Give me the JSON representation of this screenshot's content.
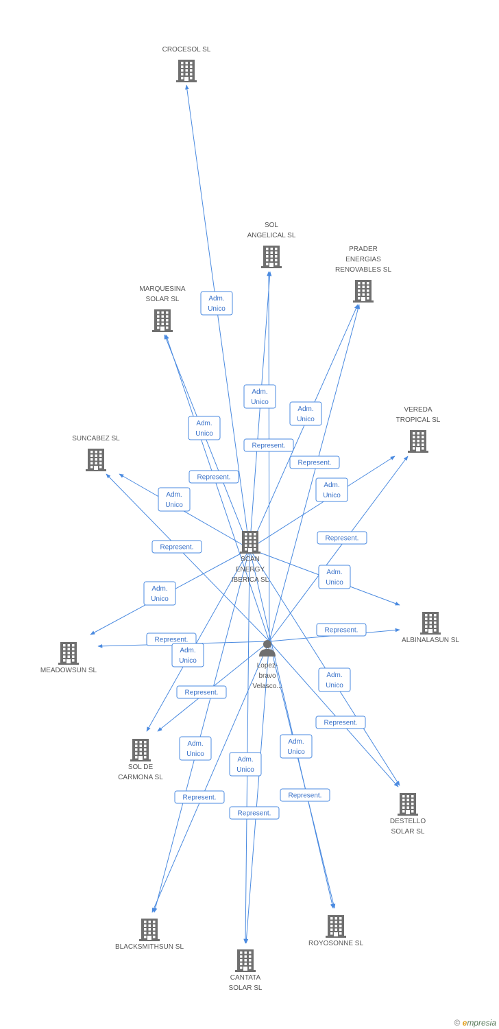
{
  "colors": {
    "edge": "#4a8ae0",
    "icon": "#6f6f6f",
    "label": "#555555",
    "edge_text": "#3a72c9"
  },
  "nodes": {
    "crocesol": {
      "lines": [
        "CROCESOL SL"
      ],
      "icon": "building-icon"
    },
    "sol_angelical": {
      "lines": [
        "SOL",
        "ANGELICAL SL"
      ],
      "icon": "building-icon"
    },
    "prader": {
      "lines": [
        "PRADER",
        "ENERGIAS",
        "RENOVABLES SL"
      ],
      "icon": "building-icon"
    },
    "marquesina": {
      "lines": [
        "MARQUESINA",
        "SOLAR SL"
      ],
      "icon": "building-icon"
    },
    "vereda": {
      "lines": [
        "VEREDA",
        "TROPICAL SL"
      ],
      "icon": "building-icon"
    },
    "suncabez": {
      "lines": [
        "SUNCABEZ SL"
      ],
      "icon": "building-icon"
    },
    "scan": {
      "lines": [
        "SCAN",
        "ENERGY",
        "IBERICA SL"
      ],
      "icon": "building-icon"
    },
    "albinalasun": {
      "lines": [
        "ALBINALASUN SL"
      ],
      "icon": "building-icon"
    },
    "meadowsun": {
      "lines": [
        "MEADOWSUN SL"
      ],
      "icon": "building-icon"
    },
    "person": {
      "lines": [
        "Lopez-",
        "bravo",
        "Velasco..."
      ],
      "icon": "person-icon"
    },
    "sol_carmona": {
      "lines": [
        "SOL DE",
        "CARMONA SL"
      ],
      "icon": "building-icon"
    },
    "destello": {
      "lines": [
        "DESTELLO",
        "SOLAR SL"
      ],
      "icon": "building-icon"
    },
    "blacksmithsun": {
      "lines": [
        "BLACKSMITHSUN SL"
      ],
      "icon": "building-icon"
    },
    "royosonne": {
      "lines": [
        "ROYOSONNE SL"
      ],
      "icon": "building-icon"
    },
    "cantata": {
      "lines": [
        "CANTATA",
        "SOLAR SL"
      ],
      "icon": "building-icon"
    }
  },
  "edge_labels": {
    "adm": [
      "Adm.",
      "Unico"
    ],
    "rep": [
      "Represent."
    ]
  },
  "edges": [
    {
      "from": "scan",
      "to": "crocesol",
      "label": "adm"
    },
    {
      "from": "scan",
      "to": "sol_angelical",
      "label": "adm"
    },
    {
      "from": "person",
      "to": "sol_angelical",
      "label": "rep"
    },
    {
      "from": "scan",
      "to": "prader",
      "label": "adm"
    },
    {
      "from": "person",
      "to": "prader",
      "label": "rep"
    },
    {
      "from": "scan",
      "to": "marquesina",
      "label": "adm"
    },
    {
      "from": "person",
      "to": "marquesina",
      "label": "rep"
    },
    {
      "from": "scan",
      "to": "vereda",
      "label": "adm"
    },
    {
      "from": "person",
      "to": "vereda",
      "label": "rep"
    },
    {
      "from": "scan",
      "to": "suncabez",
      "label": "adm"
    },
    {
      "from": "person",
      "to": "suncabez",
      "label": "rep"
    },
    {
      "from": "scan",
      "to": "albinalasun",
      "label": "adm"
    },
    {
      "from": "person",
      "to": "albinalasun",
      "label": "rep"
    },
    {
      "from": "scan",
      "to": "meadowsun",
      "label": "adm"
    },
    {
      "from": "person",
      "to": "meadowsun",
      "label": "rep"
    },
    {
      "from": "scan",
      "to": "sol_carmona",
      "label": "adm"
    },
    {
      "from": "person",
      "to": "sol_carmona",
      "label": "rep"
    },
    {
      "from": "scan",
      "to": "destello",
      "label": "adm"
    },
    {
      "from": "person",
      "to": "destello",
      "label": "rep"
    },
    {
      "from": "scan",
      "to": "blacksmithsun",
      "label": "adm"
    },
    {
      "from": "person",
      "to": "blacksmithsun",
      "label": "rep"
    },
    {
      "from": "scan",
      "to": "cantata",
      "label": "adm"
    },
    {
      "from": "person",
      "to": "cantata",
      "label": "rep"
    },
    {
      "from": "scan",
      "to": "royosonne",
      "label": "adm"
    },
    {
      "from": "person",
      "to": "royosonne",
      "label": "rep"
    }
  ],
  "footer": {
    "copyright": "©",
    "brand_initial": "e",
    "brand_rest": "mpresia"
  }
}
